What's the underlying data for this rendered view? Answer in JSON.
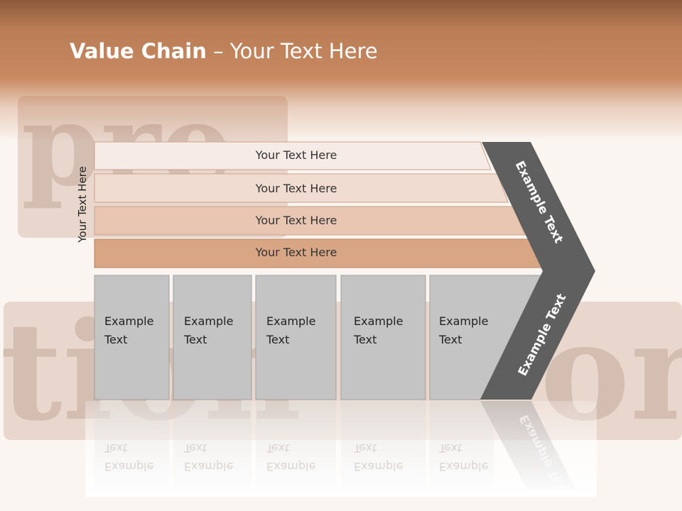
{
  "title": {
    "bold": "Value Chain",
    "rest": " – Your Text Here"
  },
  "side_label": "Your Text Here",
  "rows": [
    {
      "label": "Your Text Here",
      "fill": "#f6ebe6"
    },
    {
      "label": "Your Text Here",
      "fill": "#f0dcd0"
    },
    {
      "label": "Your Text Here",
      "fill": "#e8c6b2"
    },
    {
      "label": "Your Text Here",
      "fill": "#d8a585"
    }
  ],
  "boxes": [
    {
      "line1": "Example",
      "line2": "Text"
    },
    {
      "line1": "Example",
      "line2": "Text"
    },
    {
      "line1": "Example",
      "line2": "Text"
    },
    {
      "line1": "Example",
      "line2": "Text"
    },
    {
      "line1": "Example",
      "line2": "Text"
    }
  ],
  "chevron": {
    "upper": "Example Text",
    "lower": "Example Text"
  },
  "colors": {
    "box_fill": "#c4c4c4",
    "chevron_fill": "#5f5f5f",
    "band": "#c98a62"
  }
}
